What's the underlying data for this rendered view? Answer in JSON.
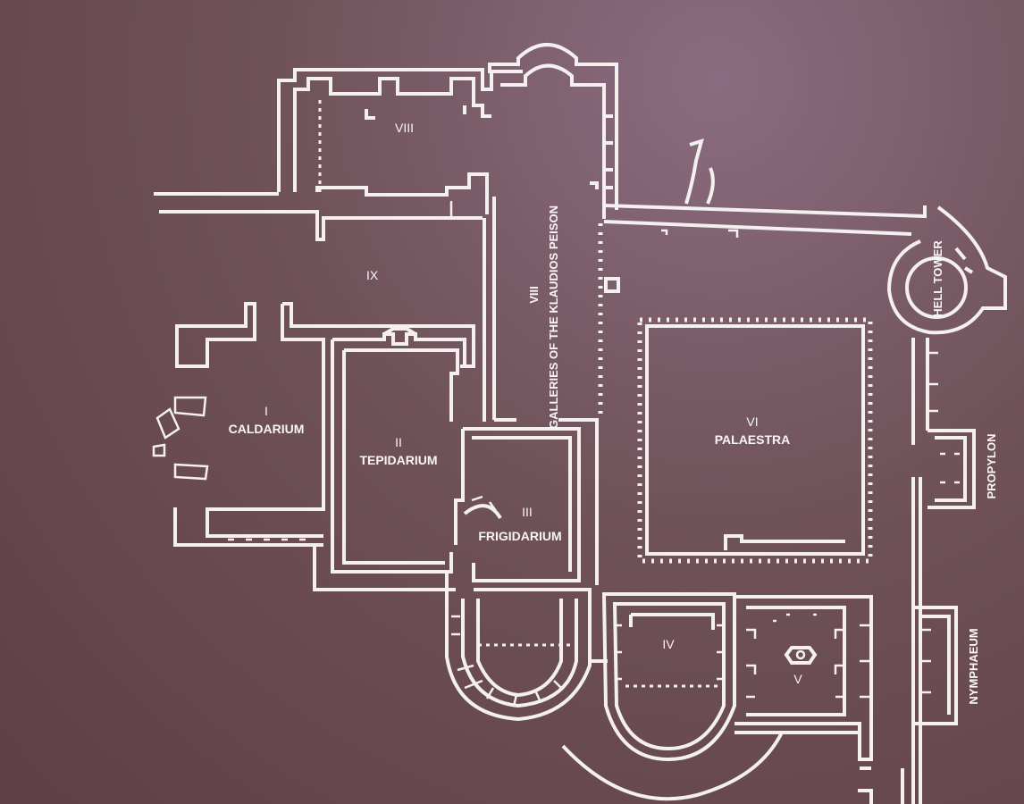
{
  "colors": {
    "background": "#6a4a50",
    "lines": "#f4f0f0"
  },
  "rooms": {
    "caldarium": {
      "numeral": "I",
      "name": "CALDARIUM"
    },
    "tepidarium": {
      "numeral": "II",
      "name": "TEPIDARIUM"
    },
    "frigidarium": {
      "numeral": "III",
      "name": "FRIGIDARIUM"
    },
    "room_iv": {
      "numeral": "IV"
    },
    "room_v": {
      "numeral": "V"
    },
    "palaestra": {
      "numeral": "VI",
      "name": "PALAESTRA"
    },
    "room_viii_upper": {
      "numeral": "VIII"
    },
    "galleries": {
      "numeral": "VIII",
      "name": "GALLERIES OF THE KLAUDIOS PEISON"
    },
    "room_ix": {
      "numeral": "IX"
    },
    "hell_tower": {
      "name": "HELL TOWER"
    },
    "propylon": {
      "name": "PROPYLON"
    },
    "nymphaeum": {
      "name": "NYMPHAEUM"
    }
  }
}
